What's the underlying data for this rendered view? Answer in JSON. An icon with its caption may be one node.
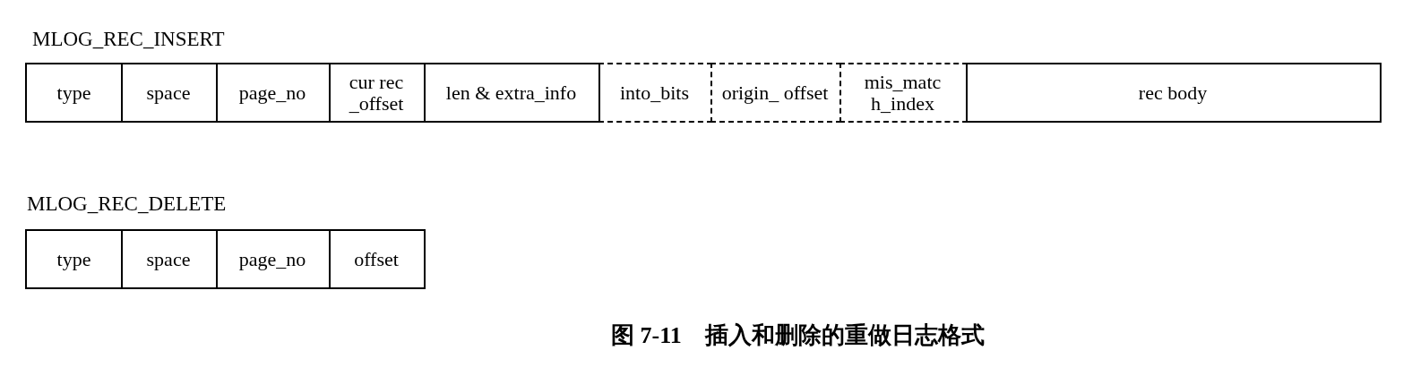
{
  "diagram": {
    "caption": "图 7-11　插入和删除的重做日志格式",
    "nodes": [
      {
        "text": [
          "type"
        ]
      },
      {
        "text": [
          "space"
        ]
      },
      {
        "text": [
          "page_no"
        ]
      },
      {
        "text": [
          "cur rec _offset"
        ]
      },
      {
        "text": [
          "len & extra_info"
        ]
      },
      {
        "text": [
          "into_bits"
        ]
      },
      {
        "text": [
          "origin_ offset"
        ]
      },
      {
        "text": [
          "mis_matc h_index"
        ]
      },
      {
        "text": [
          "rec body"
        ]
      },
      {
        "text": [
          "type"
        ]
      },
      {
        "text": [
          "space"
        ]
      },
      {
        "text": [
          "page_no"
        ]
      },
      {
        "text": [
          "offset"
        ]
      }
    ],
    "labels": [
      "MLOG_REC_INSERT",
      "MLOG_REC_DELETE"
    ]
  }
}
